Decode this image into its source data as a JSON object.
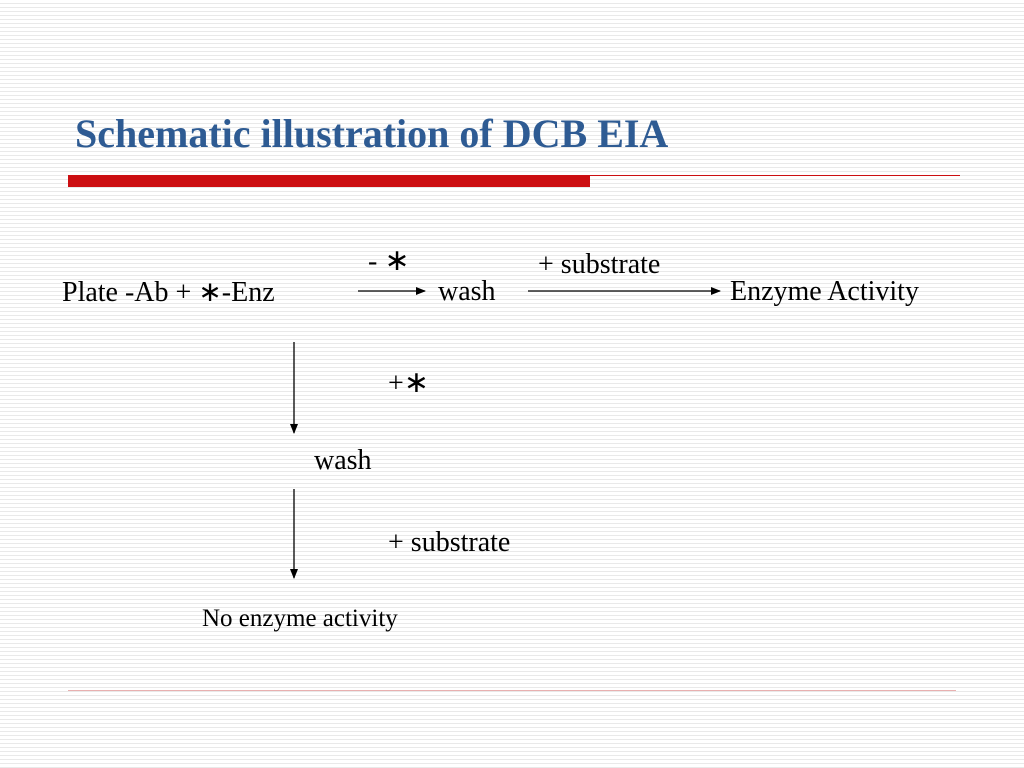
{
  "title": "Schematic illustration of DCB EIA",
  "diagram": {
    "reactant_left": "Plate -Ab + ",
    "reactant_star": "∗",
    "reactant_right": "-Enz",
    "top_condition_sign": "-",
    "top_condition_star": "∗",
    "wash_1": "wash",
    "substrate_1": "+ substrate",
    "product_1": "Enzyme Activity",
    "mid_condition_sign": "+",
    "mid_condition_star": "∗",
    "wash_2": "wash",
    "substrate_2": "+ substrate",
    "product_2": "No enzyme activity"
  },
  "colors": {
    "title": "#2e5b93",
    "accent_bar": "#cc0f12",
    "stripe": "#e9e9e9"
  }
}
